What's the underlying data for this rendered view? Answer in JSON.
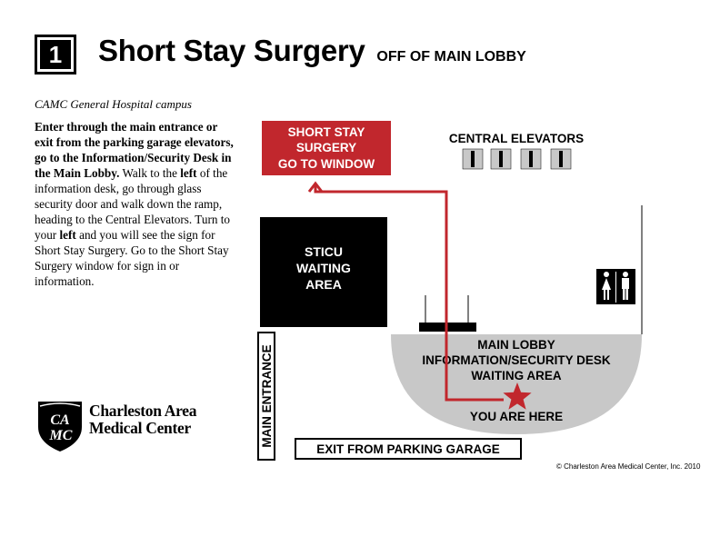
{
  "header": {
    "step_number": "1",
    "title": "Short Stay Surgery",
    "subtitle": "OFF OF MAIN LOBBY"
  },
  "sidebar": {
    "campus": "CAMC General Hospital campus",
    "directions_bold_1": "Enter through the main entrance or exit from the parking garage elevators, go to the Information/Security Desk in the Main Lobby.",
    "directions_2": " Walk to the ",
    "directions_left_1": "left",
    "directions_3": " of the information desk, go through glass security door and walk down the ramp, heading to the Central Elevators. Turn to your ",
    "directions_left_2": "left",
    "directions_4": " and you will see the sign for Short Stay Surgery. Go to the Short Stay Surgery window for sign in or information."
  },
  "logo": {
    "monogram_top": "CA",
    "monogram_bottom": "MC",
    "name_line1": "Charleston Area",
    "name_line2": "Medical Center"
  },
  "map": {
    "short_stay_sign": [
      "SHORT STAY",
      "SURGERY",
      "GO TO WINDOW"
    ],
    "central_elevators": "CENTRAL ELEVATORS",
    "elevator_count": 4,
    "sticu": [
      "STICU",
      "WAITING",
      "AREA"
    ],
    "main_lobby": [
      "MAIN LOBBY",
      "INFORMATION/SECURITY DESK",
      "WAITING AREA"
    ],
    "you_are_here": "YOU ARE HERE",
    "main_entrance": "MAIN ENTRANCE",
    "parking_exit": "EXIT FROM PARKING GARAGE",
    "restroom_icon": "restroom-icon",
    "colors": {
      "route": "#c1272d",
      "sign_bg": "#c1272d",
      "lobby_fill": "#c8c8c8",
      "sticu_fill": "#000000"
    }
  },
  "footer": {
    "copyright": "© Charleston Area Medical Center, Inc. 2010"
  }
}
